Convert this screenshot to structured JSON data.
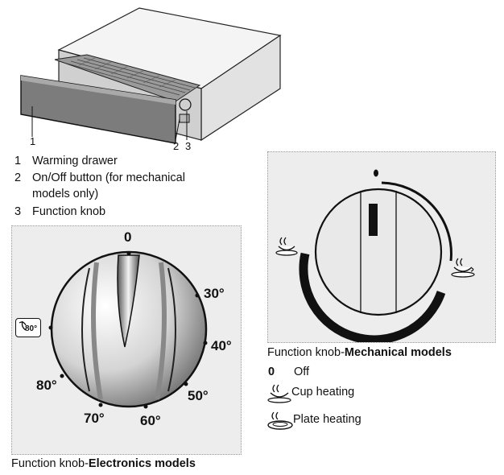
{
  "drawer_callouts": [
    "1",
    "2",
    "3"
  ],
  "legend": [
    {
      "num": "1",
      "text": "Warming drawer"
    },
    {
      "num": "2",
      "text": "On/Off button (for mechanical"
    },
    {
      "num": "",
      "text": "models only)"
    },
    {
      "num": "3",
      "text": "Function knob"
    }
  ],
  "electronic_knob": {
    "top_label": "0",
    "labels": [
      "30°",
      "40°",
      "50°",
      "60°",
      "70°",
      "80°"
    ],
    "special_icon_label": "80°",
    "caption_prefix": "Function knob-",
    "caption_bold": "Electronics models"
  },
  "mechanical_knob": {
    "caption_prefix": "Function knob-",
    "caption_bold": "Mechanical models",
    "key": [
      {
        "symbol": "0",
        "text": "Off"
      },
      {
        "symbol": "cup-heating-icon",
        "text": "Cup heating"
      },
      {
        "symbol": "plate-heating-icon",
        "text": "Plate heating"
      }
    ]
  }
}
